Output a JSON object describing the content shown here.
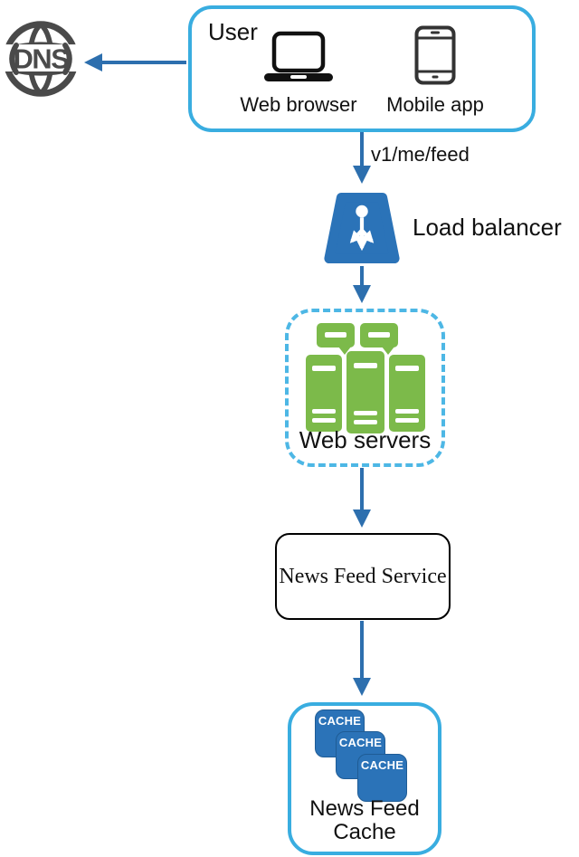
{
  "palette": {
    "cyan_border": "#39ade0",
    "cyan_dashed": "#4db7e5",
    "arrow_blue": "#2d6fae",
    "node_blue": "#2b73b8",
    "server_green": "#7cba4a",
    "dns_gray": "#4a4a4a"
  },
  "dns": {
    "label": "DNS"
  },
  "user": {
    "title": "User",
    "devices": [
      {
        "icon": "laptop-icon",
        "label": "Web browser"
      },
      {
        "icon": "smartphone-icon",
        "label": "Mobile app"
      }
    ]
  },
  "request": {
    "path_label": "v1/me/feed"
  },
  "load_balancer": {
    "label": "Load balancer"
  },
  "web_servers": {
    "label": "Web servers"
  },
  "news_feed_service": {
    "label": "News Feed Service"
  },
  "news_feed_cache": {
    "label_line1": "News Feed",
    "label_line2": "Cache",
    "badges": [
      "CACHE",
      "CACHE",
      "CACHE"
    ]
  }
}
